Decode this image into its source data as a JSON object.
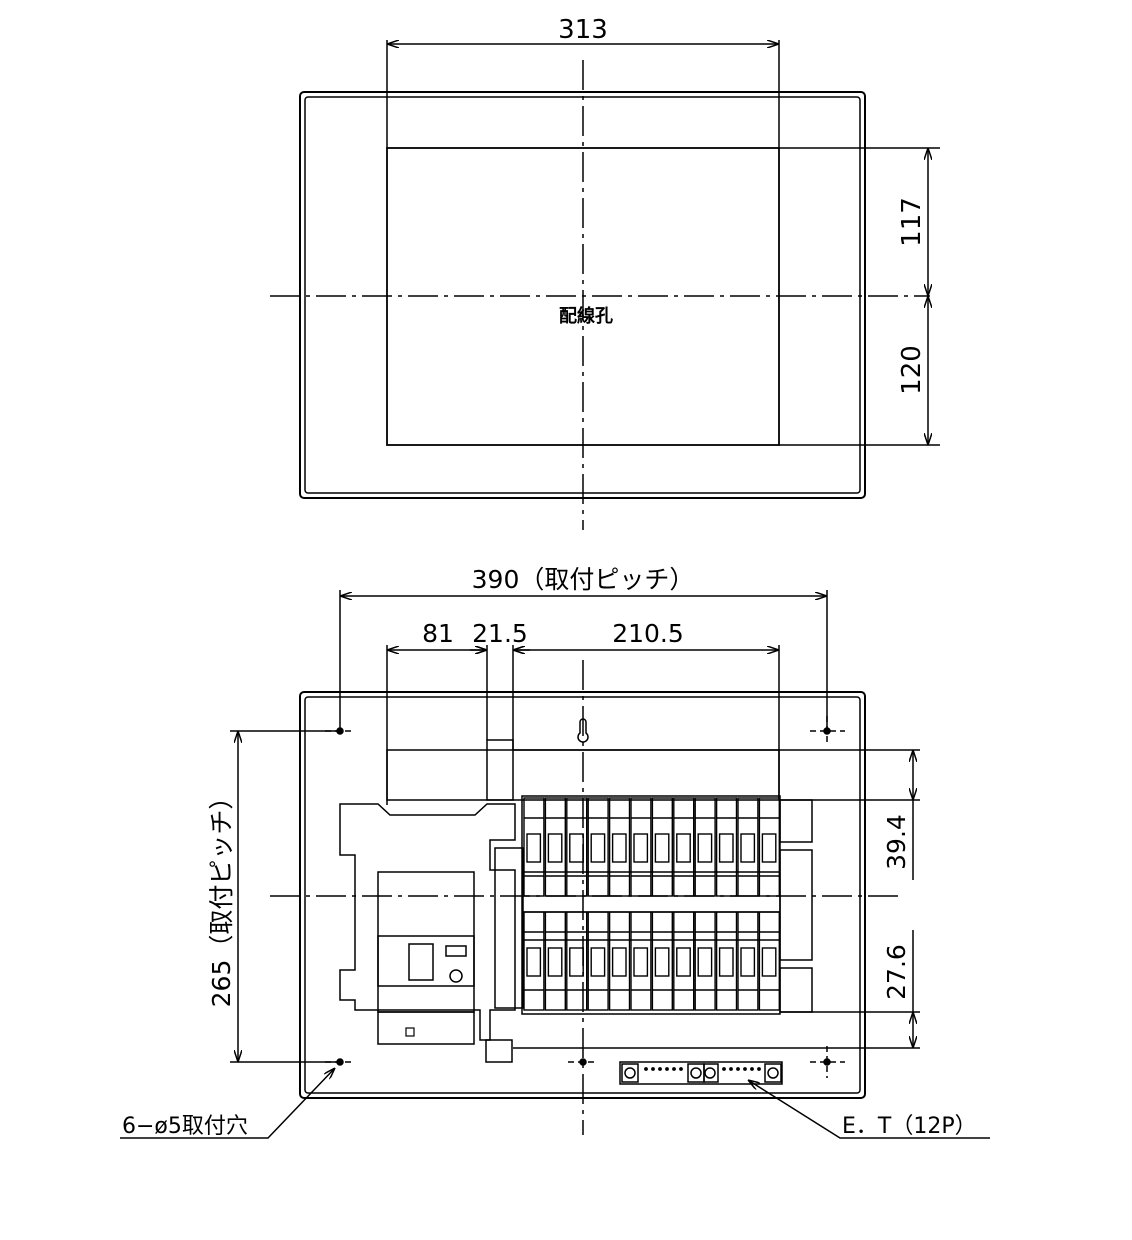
{
  "top_view": {
    "width_dim": "313",
    "upper_height_dim": "117",
    "lower_height_dim": "120",
    "center_label": "配線孔"
  },
  "front_view": {
    "mount_pitch_width": "390（取付ピッチ）",
    "dim_81": "81",
    "dim_21_5": "21.5",
    "dim_210_5": "210.5",
    "mount_pitch_height": "265（取付ピッチ）",
    "dim_39_4": "39.4",
    "dim_27_6": "27.6",
    "mount_holes_label": "6−ø5取付穴",
    "terminal_label": "E．T（12P）"
  },
  "colors": {
    "line": "#000000",
    "background": "#ffffff"
  }
}
